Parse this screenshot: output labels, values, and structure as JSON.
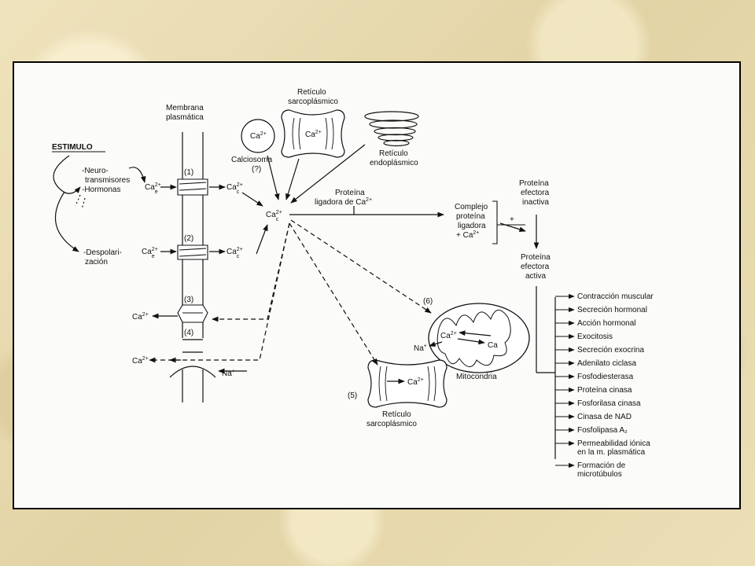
{
  "labels": {
    "membrana": [
      "Membrana",
      "plasmática"
    ],
    "calciosoma": [
      "Calciosoma",
      "(?)"
    ],
    "reticulo_sarco_top": [
      "Retículo",
      "sarcoplásmico"
    ],
    "reticulo_endo": [
      "Retículo",
      "endoplásmico"
    ],
    "estimulo": "ESTIMULO",
    "stimuli_a": [
      "-Neuro-",
      "transmisores",
      "-Hormonas"
    ],
    "stimuli_b": [
      "-Despolari-",
      "zación"
    ],
    "ca_ion": "Ca",
    "ca_charge": "2+",
    "sub_e": "e",
    "sub_c": "c",
    "proteina_ligadora": [
      "Proteína",
      "ligadora de Ca"
    ],
    "complejo": [
      "Complejo",
      "proteína",
      "ligadora",
      "+ Ca"
    ],
    "efectora_inactiva": [
      "Proteína",
      "efectora",
      "inactiva"
    ],
    "efectora_activa": [
      "Proteína",
      "efectora",
      "activa"
    ],
    "mitocondria": "Mitocondria",
    "mito_ca": "Ca",
    "na": "Na",
    "na_plus": "+",
    "reticulo_sarco_bottom": [
      "Retículo",
      "sarcoplásmico"
    ],
    "pathway_numbers": [
      "(1)",
      "(2)",
      "(3)",
      "(4)",
      "(5)",
      "(6)"
    ],
    "plus_sign": "+"
  },
  "effects": [
    [
      "Contracción muscular"
    ],
    [
      "Secreción hormonal"
    ],
    [
      "Acción hormonal"
    ],
    [
      "Exocitosis"
    ],
    [
      "Secreción exocrina"
    ],
    [
      "Adenilato ciclasa"
    ],
    [
      "Fosfodiesterasa"
    ],
    [
      "Proteína cinasa"
    ],
    [
      "Fosforilasa cinasa"
    ],
    [
      "Cinasa de NAD"
    ],
    [
      "Fosfolipasa A₂"
    ],
    [
      "Permeabilidad iónica",
      "en la m. plasmática"
    ],
    [
      "Formación de",
      "microtúbulos"
    ]
  ]
}
